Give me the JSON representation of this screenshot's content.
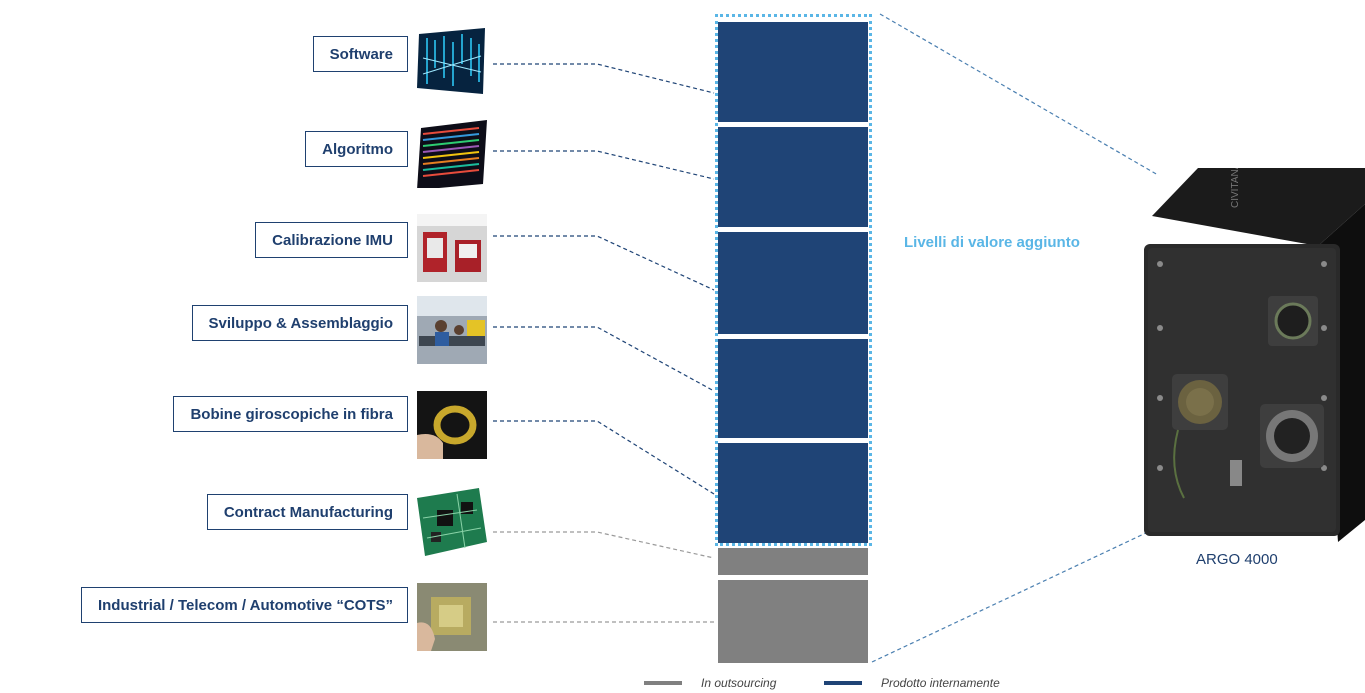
{
  "layers": [
    {
      "label": "Software",
      "type": "internal",
      "image": "code-screen-icon"
    },
    {
      "label": "Algoritmo",
      "type": "internal",
      "image": "data-stream-icon"
    },
    {
      "label": "Calibrazione IMU",
      "type": "internal",
      "image": "calibration-lab-icon"
    },
    {
      "label": "Sviluppo & Assemblaggio",
      "type": "internal",
      "image": "assembly-workshop-icon"
    },
    {
      "label": "Bobine giroscopiche in fibra",
      "type": "internal",
      "image": "fiber-coil-icon"
    },
    {
      "label": "Contract Manufacturing",
      "type": "outsourced",
      "image": "circuit-board-icon"
    },
    {
      "label": "Industrial / Telecom / Automotive “COTS”",
      "type": "outsourced",
      "image": "microchip-icon"
    }
  ],
  "value_added_label": "Livelli di valore aggiunto",
  "product": {
    "name": "ARGO 4000",
    "image": "argo-4000-unit-icon"
  },
  "legend": {
    "outsourced": "In outsourcing",
    "internal": "Prodotto internamente"
  },
  "colors": {
    "internal": "#1f4476",
    "outsourced": "#808080",
    "highlight": "#5ab6e6",
    "text": "#1f3f6e"
  }
}
